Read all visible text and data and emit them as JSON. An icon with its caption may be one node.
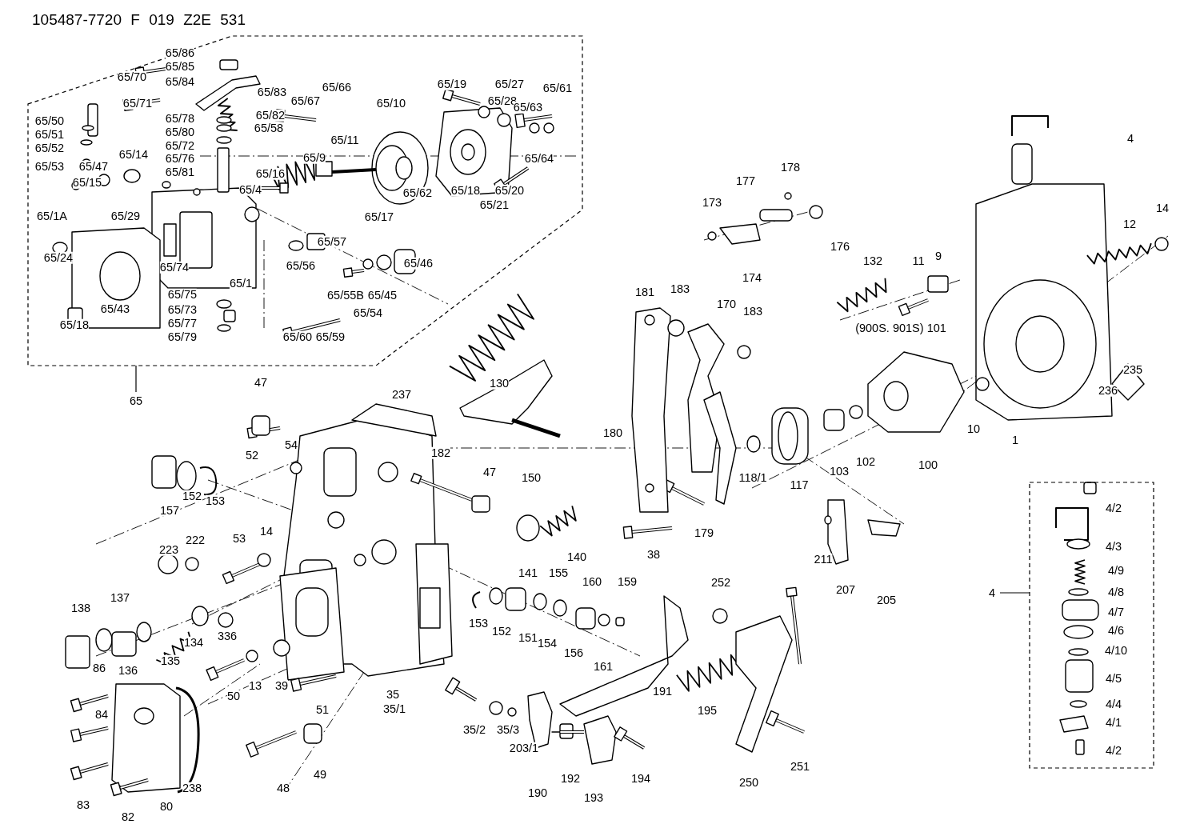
{
  "diagram": {
    "title": "105487-7720 F 019 Z2E 531",
    "nodes": [
      {
        "text": [],
        "shape": "box"
      },
      {
        "text": [
          "65"
        ]
      },
      {
        "text": [],
        "shape": "box"
      },
      {
        "text": [
          "4"
        ]
      }
    ],
    "edges": [
      {
        "from": 1,
        "to": 0,
        "arrow": "none"
      },
      {
        "from": 3,
        "to": 2,
        "arrow": "none"
      }
    ],
    "labels": [
      "65/86",
      "65/85",
      "65/84",
      "65/70",
      "65/83",
      "65/66",
      "65/67",
      "65/19",
      "65/27",
      "65/61",
      "65/28",
      "65/63",
      "65/50",
      "65/71",
      "65/78",
      "65/82",
      "65/80",
      "65/58",
      "65/10",
      "65/51",
      "65/72",
      "65/11",
      "65/52",
      "65/76",
      "65/9",
      "65/64",
      "65/14",
      "65/53",
      "65/47",
      "65/81",
      "65/16",
      "65/15",
      "65/4",
      "65/62",
      "65/18",
      "65/20",
      "65/21",
      "65/1A",
      "65/29",
      "65/17",
      "65/24",
      "65/74",
      "65/56",
      "65/57",
      "65/46",
      "65/1",
      "65/43",
      "65/18",
      "65/75",
      "65/73",
      "65/77",
      "65/79",
      "65/55B",
      "65/45",
      "65/54",
      "65/60",
      "65/59",
      "4",
      "14",
      "12",
      "177",
      "178",
      "173",
      "176",
      "174",
      "132",
      "11",
      "9",
      "181",
      "183",
      "170",
      "183",
      "(900S. 901S) 101",
      "235",
      "236",
      "47",
      "130",
      "237",
      "10",
      "1",
      "100",
      "102",
      "103",
      "117",
      "118/1",
      "180",
      "54",
      "52",
      "182",
      "47",
      "150",
      "157",
      "152",
      "153",
      "179",
      "38",
      "211",
      "207",
      "205",
      "53",
      "14",
      "223",
      "222",
      "141",
      "140",
      "138",
      "137",
      "155",
      "160",
      "159",
      "252",
      "153",
      "152",
      "151",
      "154",
      "156",
      "161",
      "134",
      "336",
      "86",
      "136",
      "135",
      "84",
      "50",
      "13",
      "39",
      "35",
      "191",
      "51",
      "35/1",
      "195",
      "35/2",
      "35/3",
      "203/1",
      "192",
      "194",
      "190",
      "193",
      "250",
      "251",
      "48",
      "49",
      "238",
      "83",
      "82",
      "80",
      "4/2",
      "4/3",
      "4/9",
      "4/8",
      "4/7",
      "4/6",
      "4/10",
      "4/5",
      "4/4",
      "4/1",
      "4/2"
    ]
  }
}
